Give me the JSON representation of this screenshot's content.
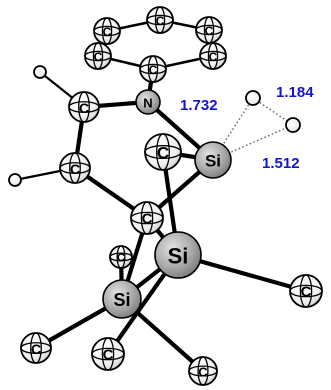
{
  "atoms": [
    {
      "id": "c_ph1",
      "element": "C"
    },
    {
      "id": "c_ph2",
      "element": "C"
    },
    {
      "id": "c_ph3",
      "element": "C"
    },
    {
      "id": "c_ph4",
      "element": "C"
    },
    {
      "id": "c_ph5",
      "element": "C"
    },
    {
      "id": "c_ph6",
      "element": "C"
    },
    {
      "id": "n1",
      "element": "N"
    },
    {
      "id": "c_ring_a",
      "element": "C"
    },
    {
      "id": "c_ring_b",
      "element": "C"
    },
    {
      "id": "c_center",
      "element": "C"
    },
    {
      "id": "c_si_methyl",
      "element": "C"
    },
    {
      "id": "si_upper",
      "element": "Si"
    },
    {
      "id": "si_big",
      "element": "Si"
    },
    {
      "id": "si_lower",
      "element": "Si"
    },
    {
      "id": "c_right",
      "element": "C"
    },
    {
      "id": "c_small",
      "element": "C"
    },
    {
      "id": "c_bl",
      "element": "C"
    },
    {
      "id": "c_bm",
      "element": "C"
    },
    {
      "id": "c_br",
      "element": "C"
    },
    {
      "id": "h1",
      "element": "H"
    },
    {
      "id": "h2",
      "element": "H"
    },
    {
      "id": "h3",
      "element": "H"
    },
    {
      "id": "h4",
      "element": "H"
    }
  ],
  "distances": [
    {
      "label": "1.732",
      "between": [
        "si_upper",
        "h3"
      ]
    },
    {
      "label": "1.184",
      "between": [
        "h3",
        "h4"
      ]
    },
    {
      "label": "1.512",
      "between": [
        "si_upper",
        "h4"
      ]
    }
  ]
}
